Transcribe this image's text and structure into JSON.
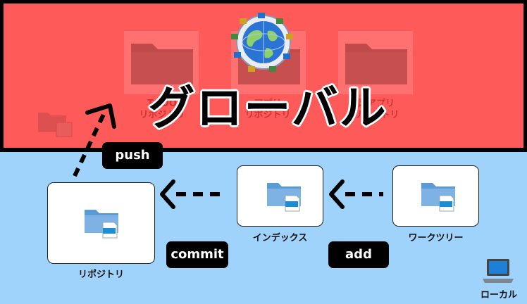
{
  "global": {
    "title": "グローバル",
    "faded_repos": [
      {
        "label_line1": "TODO",
        "label_line2": "リポジトリ"
      },
      {
        "label_line1": "アプリ",
        "label_line2": "リポジトリ"
      },
      {
        "label_line1": "図アプリ",
        "label_line2": "リポジトリ"
      }
    ],
    "push_label": "push"
  },
  "local": {
    "repository_label": "リポジトリ",
    "index_label": "インデックス",
    "worktree_label": "ワークツリー",
    "commit_label": "commit",
    "add_label": "add",
    "local_label": "ローカル"
  },
  "colors": {
    "global_bg": "#ff5a5a",
    "local_bg": "#9fd3fb",
    "folder_blue": "#5b9bd5",
    "doc_blue": "#1a8fd8"
  },
  "icons": [
    "globe-icon",
    "folder-icon",
    "document-icon",
    "laptop-icon",
    "arrow-icon"
  ]
}
